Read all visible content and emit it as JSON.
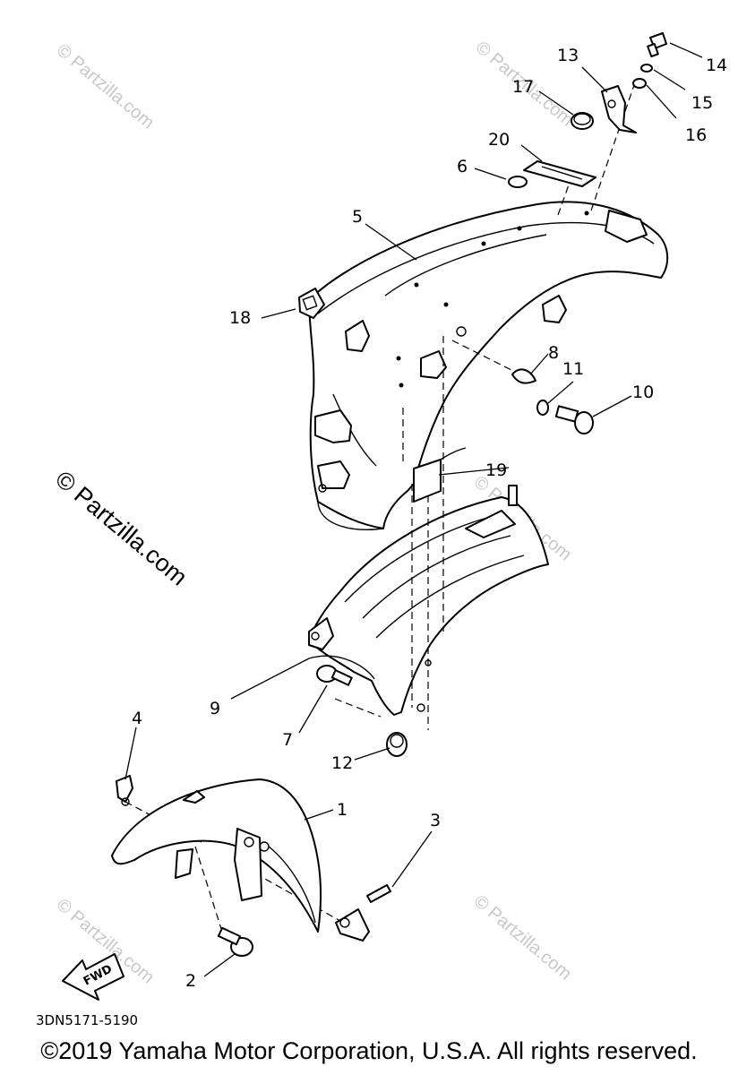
{
  "diagram": {
    "part_numbers": [
      "1",
      "2",
      "3",
      "4",
      "5",
      "6",
      "7",
      "8",
      "9",
      "10",
      "11",
      "12",
      "13",
      "14",
      "15",
      "16",
      "17",
      "18",
      "19",
      "20"
    ],
    "drawing_code": "3DN5171-5190",
    "fwd_label": "FWD"
  },
  "watermarks": {
    "small": "© Partzilla.com",
    "large": "© Partzilla.com"
  },
  "footer": {
    "copyright": "©2019 Yamaha Motor Corporation, U.S.A. All rights reserved."
  }
}
